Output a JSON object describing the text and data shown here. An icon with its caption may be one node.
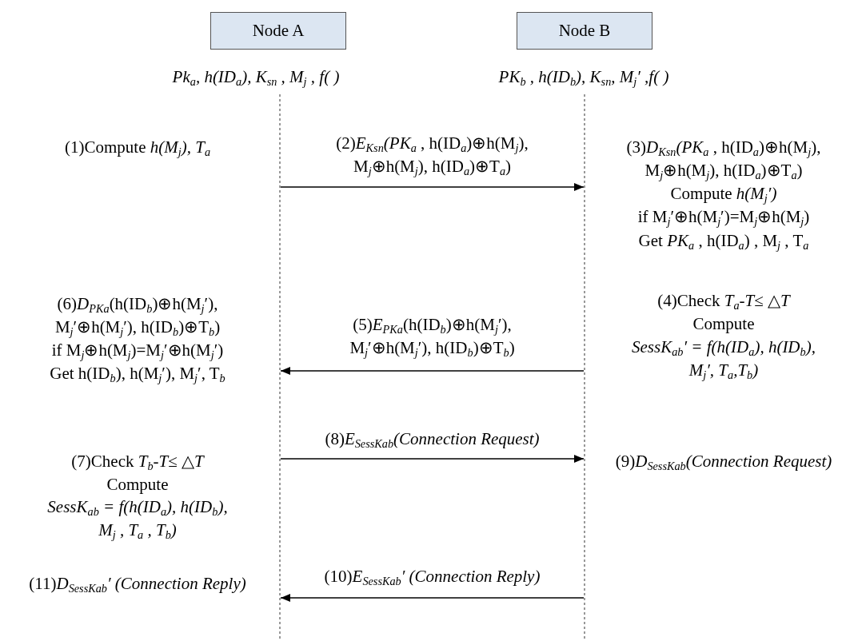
{
  "diagram": {
    "nodes": [
      {
        "text": [
          "Node A",
          "Pk$_{a}$, h(ID$_{a}$), K$_{sn}$ , M$_{j}$ , f( )"
        ]
      },
      {
        "text": [
          "Node B",
          "PK$_{b}$ , h(ID$_{b}$), K$_{sn}$, M$_{j}$′ ,f( )"
        ]
      }
    ],
    "edges": [
      {
        "from": 0,
        "to": 1,
        "arrow": "to",
        "label": "(2)*E*$_{Ksn}$*(PK*$_{a}$ , h(ID$_{a}$)⊕h(M$_{j}$), M$_{j}$⊕h(M$_{j}$),  h(ID$_{a}$)⊕T$_{a}$)"
      },
      {
        "from": 1,
        "to": 0,
        "arrow": "to",
        "label": "(5)*E*$_{PKa}$(h(ID$_{b}$)⊕h(M$_{j}$′), M$_{j}$′⊕h(M$_{j}$′), h(ID$_{b}$)⊕T$_{b}$)"
      },
      {
        "from": 0,
        "to": 1,
        "arrow": "to",
        "label": "(8)*E*$_{SessKab}$*(Connection Request)*"
      },
      {
        "from": 1,
        "to": 0,
        "arrow": "to",
        "label": "(10)*E*$_{SessKab}$*′ (Connection Reply)*"
      }
    ],
    "labels": [
      "(1)Compute *h(M*$_{j}$*), T*$_{a}$",
      "(3)*D*$_{Ksn}$*(PK*$_{a}$ , h(ID$_{a}$)⊕h(M$_{j}$),",
      "M$_{j}$⊕h(M$_{j}$), h(ID$_{a}$)⊕T$_{a}$)",
      "Compute *h(M*$_{j}$*′)*",
      "if M$_{j}$′⊕h(M$_{j}$′)=M$_{j}$⊕h(M$_{j}$)",
      "Get *PK*$_{a}$ , h(ID$_{a}$) , M$_{j}$ , T$_{a}$",
      "(6)*D*$_{PKa}$(h(ID$_{b}$)⊕h(M$_{j}$′),",
      "M$_{j}$′⊕h(M$_{j}$′), h(ID$_{b}$)⊕T$_{b}$)",
      "if M$_{j}$⊕h(M$_{j}$)=M$_{j}$′⊕h(M$_{j}$′)",
      "Get h(ID$_{b}$), h(M$_{j}$′), M$_{j}$′, T$_{b}$",
      "(4)Check *T*$_{a}$*-T*≤ △*T*",
      "Compute",
      "SessK$_{ab}$′ = f(h(ID$_{a}$), h(ID$_{b}$),",
      "M$_{j}$′, T$_{a}$,T$_{b}$)",
      "(7)Check *T*$_{b}$*-T*≤ △*T*",
      "Compute",
      "SessK$_{ab}$ = f(h(ID$_{a}$), h(ID$_{b}$),",
      "M$_{j}$ , T$_{a}$ , T$_{b}$)",
      "(9)*D*$_{SessKab}$*(Connection Request)*",
      "(11)*D*$_{SessKab}$*′ (Connection Reply)*"
    ]
  }
}
